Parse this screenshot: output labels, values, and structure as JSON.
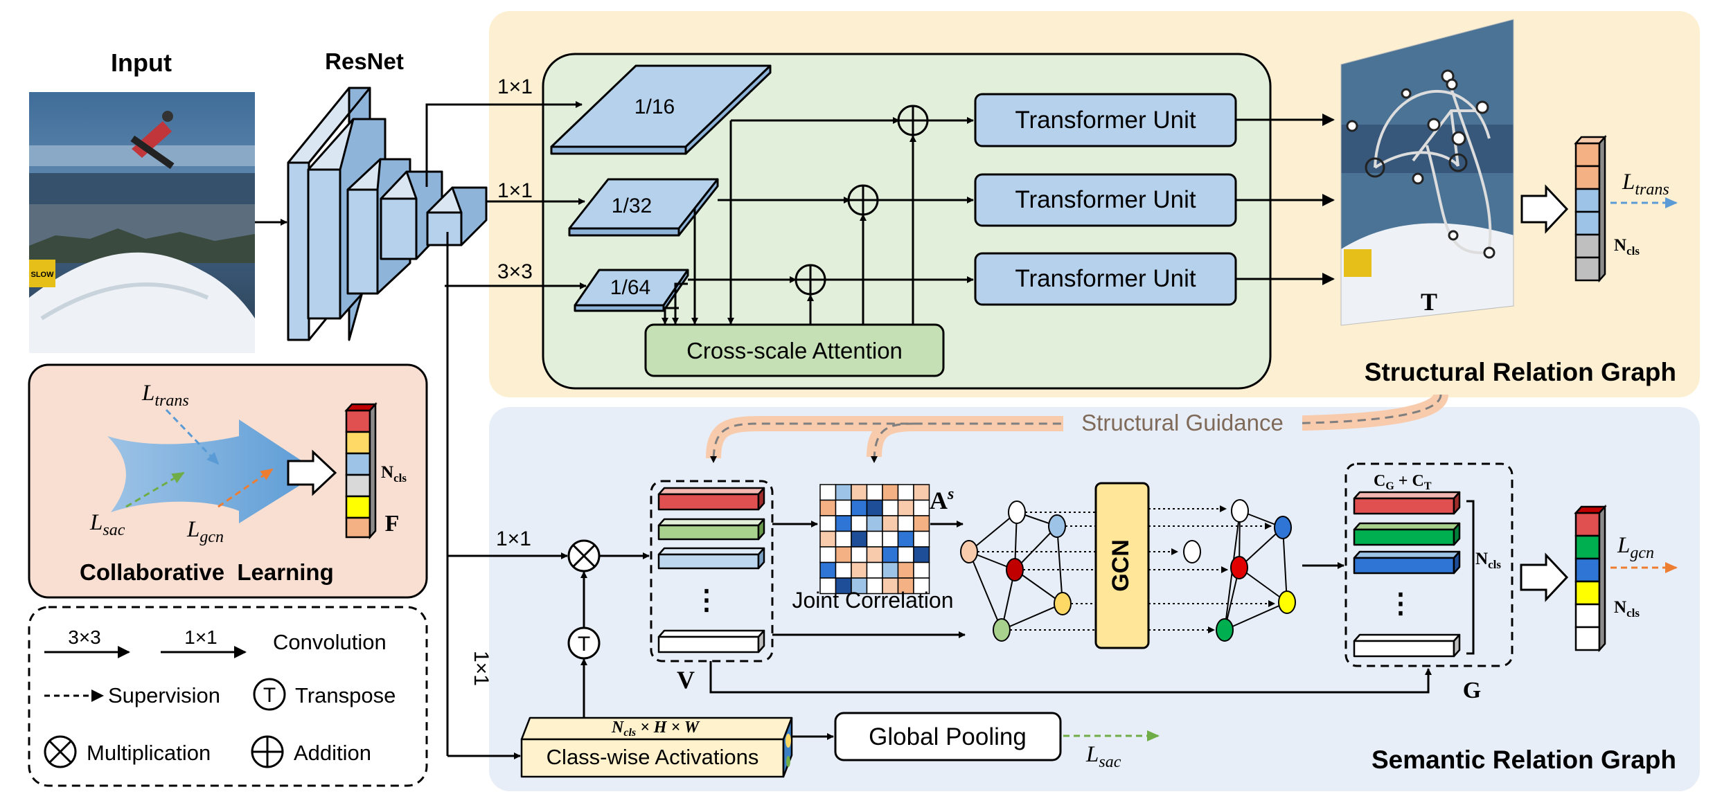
{
  "input": {
    "title": "Input",
    "sign": "SLOW"
  },
  "backbone": {
    "title": "ResNet"
  },
  "branches": [
    {
      "conv": "1×1",
      "scale": "1/16"
    },
    {
      "conv": "1×1",
      "scale": "1/32"
    },
    {
      "conv": "3×3",
      "scale": "1/64"
    }
  ],
  "transformer_unit": [
    "Transformer Unit",
    "Transformer Unit",
    "Transformer Unit"
  ],
  "cross_scale_attention": "Cross-scale Attention",
  "structural": {
    "title": "Structural Relation Graph",
    "T": "T",
    "loss": "trans",
    "ncls": "N",
    "ncls_sub": "cls"
  },
  "collab": {
    "title": "Collaborative  Learning",
    "loss_trans": "trans",
    "loss_sac": "sac",
    "loss_gcn": "gcn",
    "ncls": "N",
    "ncls_sub": "cls",
    "F": "F"
  },
  "legend": {
    "conv33": "3×3",
    "conv11": "1×1",
    "convolution": "Convolution",
    "supervision": "Supervision",
    "transpose": "Transpose",
    "multiplication": "Multiplication",
    "addition": "Addition",
    "T": "T"
  },
  "semantic": {
    "title": "Semantic Relation Graph",
    "guidance": "Structural Guidance",
    "conv_top": "1×1",
    "conv_vertical": "1×1",
    "V": "V",
    "joint_correlation": "Joint Correlation",
    "As_main": "A",
    "As_sup": "s",
    "gcn": "GCN",
    "G": "G",
    "cg_ct": "C",
    "cg_sub": "G",
    "cg_plus": " + C",
    "ct_sub": "T",
    "ncls": "N",
    "ncls_sub": "cls",
    "loss_gcn": "gcn",
    "class_wise": "Class-wise Activations",
    "cwa_dims": "N",
    "cwa_dims_sub": "cls",
    "cwa_dims_rest": " × H × W",
    "global_pooling": "Global Pooling",
    "loss_sac": "sac",
    "T": "T",
    "dots": "⋮"
  },
  "colors": {
    "structural_bg": "#fdf0d2",
    "inner_green": "#e2efda",
    "semantic_bg": "#e8eef7",
    "collab_bg": "#f9dfd1",
    "block_blue": "#b5d1ec",
    "cross_green": "#c5e0b4",
    "gcn_yellow": "#ffe699",
    "l_trans_arrow": "#5b9bd5",
    "l_gcn_arrow": "#ed7d31",
    "l_sac_arrow": "#70ad47"
  }
}
